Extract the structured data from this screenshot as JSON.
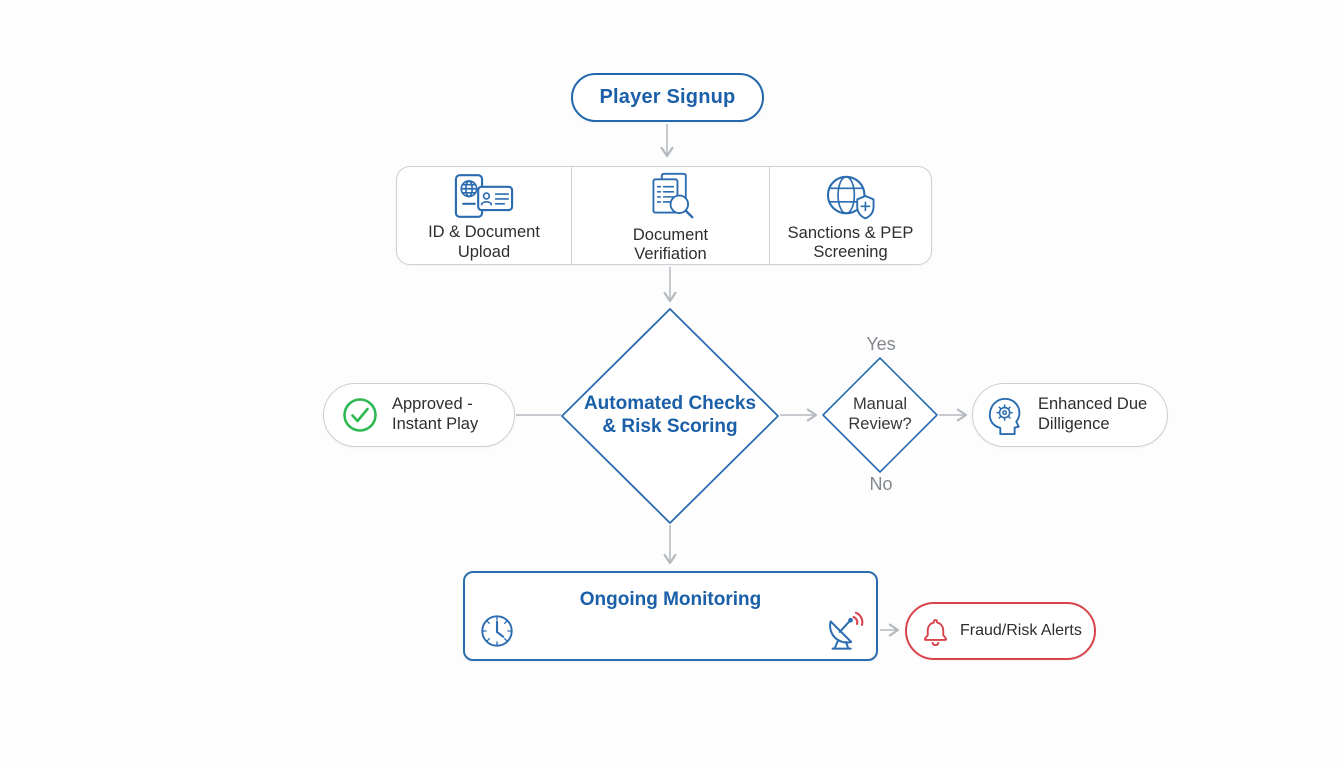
{
  "flowchart": {
    "nodes": {
      "start": {
        "label": "Player Signup"
      },
      "kyc_steps": [
        {
          "icon": "passport-id-card-icon",
          "lines": [
            "ID & Document",
            "Upload"
          ]
        },
        {
          "icon": "document-search-icon",
          "lines": [
            "Document",
            "Verifiation"
          ]
        },
        {
          "icon": "globe-shield-icon",
          "lines": [
            "Sanctions & PEP",
            "Screening"
          ]
        }
      ],
      "automated_checks": {
        "lines": [
          "Automated Checks",
          "& Risk Scoring"
        ]
      },
      "approved": {
        "icon": "check-circle-icon",
        "lines": [
          "Approved -",
          "Instant Play"
        ]
      },
      "manual_review": {
        "lines": [
          "Manual",
          "Review?"
        ]
      },
      "enhanced_due_diligence": {
        "icon": "head-gear-icon",
        "lines": [
          "Enhanced Due",
          "Dilligence"
        ]
      },
      "ongoing_monitoring": {
        "label": "Ongoing Monitoring",
        "icons": [
          "clock-icon",
          "satellite-dish-icon"
        ]
      },
      "fraud_alerts": {
        "icon": "bell-icon",
        "label": "Fraud/Risk Alerts"
      }
    },
    "edge_labels": {
      "yes": "Yes",
      "no": "No"
    },
    "colors": {
      "primary_blue": "#1a5fa8",
      "shape_blue": "#2b6cb0",
      "neutral_border": "#cbd0d5",
      "connector_gray": "#b3b9bf",
      "text_dark": "#2e2e2e",
      "edge_label_gray": "#82888e",
      "success_green": "#2fb954",
      "alert_red": "#d9434b"
    }
  }
}
